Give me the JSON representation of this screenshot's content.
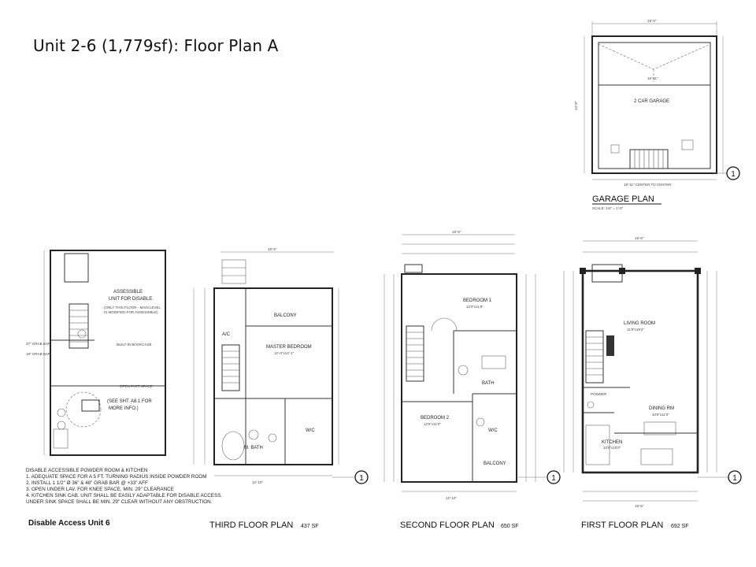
{
  "slide": {
    "title": "Unit 2-6 (1,779sf):  Floor Plan A",
    "footnote": "Disable Access Unit 6"
  },
  "garage": {
    "title": "GARAGE PLAN",
    "scale": "SCALE: 1/4\" = 1'-0\"",
    "room": "2 CAR GARAGE",
    "dim_top": "19'-0\"",
    "dim_bottom": "19'-11\" CENTER TO CENTER",
    "dim_side": "24'-0\"",
    "marker": "1"
  },
  "disable_plan": {
    "title_lines": [
      "ASSESSIBLE",
      "UNIT FOR DISABLE"
    ],
    "subnote": "(ONLY THIS FLOOR - MAIN LEVEL IS MODIFIED FOR ASSESSIBLE)",
    "see_sheet": [
      "(SEE SHT. A8.1 FOR",
      "MORE INFO.)"
    ],
    "labels": [
      "BUILT-IN BOOKCASE",
      "OPEN PART SPACE",
      "37\" GRAB BAR",
      "18\" GRAB BAR"
    ],
    "notes": [
      "DISABLE ACCESSIBLE POWDER ROOM & KITCHEN",
      "1.  ADEQUATE SPACE FOR A 5 FT. TURNING RADIUS INSIDE POWDER ROOM",
      "2.  INSTALL 1 1/2\" Ø 36\" & 48\" GRAB BAR @ +33\" AFF",
      "3.  OPEN UNDER LAV. FOR KNEE SPACE, MIN. 29\" CLEARANCE",
      "4.  KITCHEN SINK CAB. UNIT SHALL BE EASILY ADAPTABLE FOR DISABLE ACCESS.",
      "     UNDER SINK SPACE SHALL BE MIN. 29\" CLEAR WITHOUT ANY OBSTRUCTION."
    ]
  },
  "third_floor": {
    "title": "THIRD FLOOR PLAN",
    "sf": "437 SF",
    "rooms": [
      "BALCONY",
      "MASTER BEDROOM",
      "M. BATH",
      "W/C",
      "A/C"
    ],
    "room_size": "12'-0\"x14'-1\"",
    "dim_top": "19'-6\"",
    "dim_bottom": "12'-10\"",
    "marker": "1"
  },
  "second_floor": {
    "title": "SECOND FLOOR PLAN",
    "sf": "650 SF",
    "rooms": [
      "BEDROOM 1",
      "BATH",
      "BEDROOM 2",
      "W/C",
      "BALCONY"
    ],
    "sizes": [
      "12'3\"x11'9\"",
      "12'5\"x11'0\""
    ],
    "dim_top": "19'-6\"",
    "dim_bottom": "12'-10\"",
    "marker": "1"
  },
  "first_floor": {
    "title": "FIRST FLOOR PLAN",
    "sf": "692 SF",
    "rooms": [
      "LIVING ROOM",
      "DINING RM",
      "KITCHEN",
      "POWDER"
    ],
    "sizes": [
      "11'8\"x19'4\"",
      "10'5\"x11'0\"",
      "10'0\"x10'0\""
    ],
    "dim_top": "19'-6\"",
    "dim_bottom": "19'-6\"",
    "marker": "1"
  }
}
